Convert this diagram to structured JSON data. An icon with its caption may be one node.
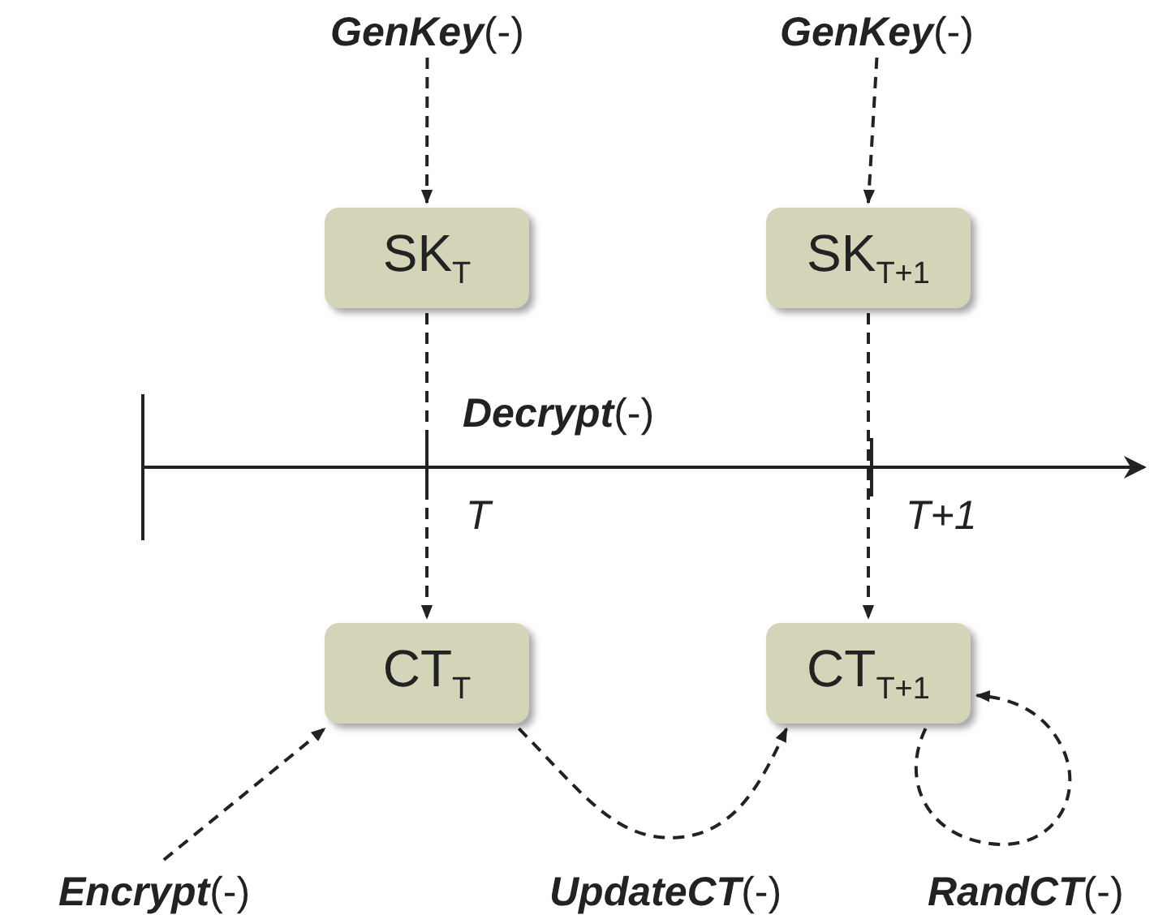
{
  "diagram": {
    "nodes": [
      {
        "text": [
          "**GenKey**(-)"
        ]
      },
      {
        "text": [
          "**GenKey**(-)"
        ]
      },
      {
        "text": [
          "SK$_{T}$"
        ]
      },
      {
        "text": [
          "SK$_{T+1}$"
        ]
      },
      {
        "text": [
          "CT$_{T}$"
        ]
      },
      {
        "text": [
          "CT$_{T+1}$"
        ]
      },
      {
        "text": [
          "**Encrypt**(-)"
        ]
      }
    ],
    "edges": [
      {
        "from": 0,
        "to": 2,
        "arrow": "to",
        "style": "dashed"
      },
      {
        "from": 1,
        "to": 3,
        "arrow": "to",
        "style": "dashed"
      },
      {
        "from": 2,
        "to": 4,
        "arrow": "to",
        "style": "dashed"
      },
      {
        "from": 3,
        "to": 5,
        "arrow": "to",
        "style": "dashed"
      },
      {
        "from": 6,
        "to": 4,
        "arrow": "to",
        "style": "dashed"
      },
      {
        "from": 4,
        "to": 5,
        "arrow": "to",
        "style": "dashed",
        "label": "**UpdateCT**(-)"
      },
      {
        "from": 5,
        "to": 5,
        "arrow": "to",
        "style": "dashed",
        "label": "**RandCT**(-)"
      }
    ],
    "labels": [
      "**Decrypt**(-)",
      "T",
      "T+1"
    ]
  }
}
